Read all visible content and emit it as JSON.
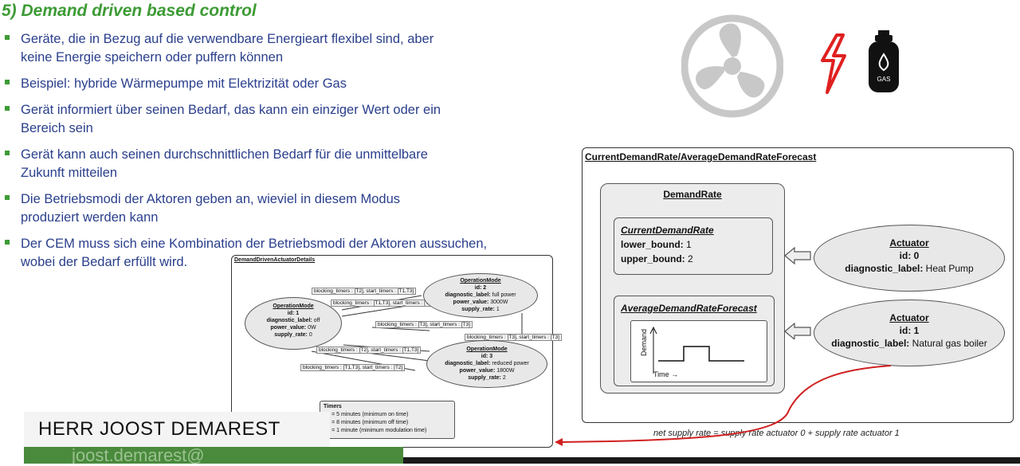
{
  "slide": {
    "title": "5) Demand driven based control",
    "bullets": [
      {
        "line1": "Geräte, die in Bezug auf die verwendbare Energieart flexibel sind, aber",
        "line2": "keine Energie speichern oder puffern können"
      },
      {
        "line1": "Beispiel: hybride Wärmepumpe mit Elektrizität oder Gas",
        "line2": ""
      },
      {
        "line1": "Gerät informiert über seinen Bedarf, das kann ein einziger Wert oder ein",
        "line2": "Bereich sein"
      },
      {
        "line1": "Gerät kann auch seinen durchschnittlichen Bedarf für die unmittelbare",
        "line2": "Zukunft mitteilen"
      },
      {
        "line1": "Die Betriebsmodi der Aktoren geben an, wieviel in diesem Modus",
        "line2": "produziert werden kann"
      },
      {
        "line1": "Der CEM muss sich eine Kombination der Betriebsmodi der Aktoren aussuchen,",
        "line2": "wobei der Bedarf erfüllt wird."
      }
    ]
  },
  "icons": {
    "fan": "fan-icon",
    "lightning": "lightning-icon",
    "gas": "gas-cylinder-icon",
    "gas_label": "GAS"
  },
  "left_diagram": {
    "title": "DemandDrivenActuatorDetails",
    "modes": [
      {
        "name": "OperationMode",
        "id": "id: 1",
        "diag_key": "diagnostic_label:",
        "diag_val": "off",
        "power_key": "power_value:",
        "power_val": "0W",
        "supply_key": "supply_rate:",
        "supply_val": "0"
      },
      {
        "name": "OperationMode",
        "id": "id: 2",
        "diag_key": "diagnostic_label:",
        "diag_val": "full power",
        "power_key": "power_value:",
        "power_val": "3000W",
        "supply_key": "supply_rate:",
        "supply_val": "1"
      },
      {
        "name": "OperationMode",
        "id": "id: 3",
        "diag_key": "diagnostic_label:",
        "diag_val": "reduced power",
        "power_key": "power_value:",
        "power_val": "1800W",
        "supply_key": "supply_rate:",
        "supply_val": "2"
      }
    ],
    "transitions": [
      "blocking_timers : [T2], start_timers : [T1,T3]",
      "blocking_timers : [T1,T3], start_timers : [T2]",
      "blocking_timers : [T3], start_timers : [T3]",
      "blocking_timers : [T3], start_timers : [T3]",
      "blocking_timers : [T2], start_timers : [T1,T3]",
      "blocking_timers : [T1,T3], start_timers : [T2]"
    ],
    "timers_title": "Timers",
    "timers": [
      "T1 = 5 minutes (minimum on time)",
      "T2 = 8 minutes (minimum off time)",
      "T3 = 1 minute (minimum modulation time)"
    ]
  },
  "right_diagram": {
    "title": "CurrentDemandRate/AverageDemandRateForecast",
    "demand_rate_title": "DemandRate",
    "current_title": "CurrentDemandRate",
    "lower_key": "lower_bound:",
    "lower_val": "1",
    "upper_key": "upper_bound:",
    "upper_val": "2",
    "forecast_title": "AverageDemandRateForecast",
    "y_label": "Demand",
    "x_label": "Time",
    "actuators": [
      {
        "title": "Actuator",
        "id": "id: 0",
        "diag_key": "diagnostic_label:",
        "diag_val": "Heat Pump"
      },
      {
        "title": "Actuator",
        "id": "id: 1",
        "diag_key": "diagnostic_label:",
        "diag_val": "Natural gas boiler"
      }
    ],
    "formula": "net supply rate = supply rate actuator 0 + supply rate actuator 1"
  },
  "speaker": {
    "name": "HERR JOOST DEMAREST",
    "email": "joost.demarest@"
  },
  "colors": {
    "title_green": "#3d9b35",
    "bullet_blue": "#2a3f8c",
    "arrow_red": "#d02020",
    "lightning_red": "#e02020"
  }
}
